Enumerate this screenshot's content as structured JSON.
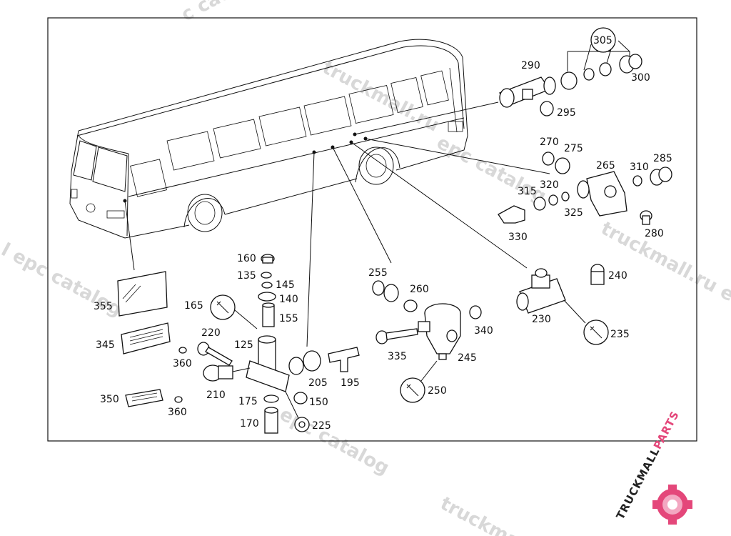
{
  "watermark": {
    "phrases": [
      "c catalog",
      "truckmall.ru",
      "epc catalog",
      "l epc catalog",
      "truckmall.ru e",
      "epc catalog",
      "truckmall"
    ]
  },
  "callouts": [
    "305",
    "290",
    "300",
    "295",
    "270",
    "275",
    "265",
    "310",
    "285",
    "315",
    "320",
    "325",
    "330",
    "280",
    "160",
    "135",
    "145",
    "140",
    "165",
    "155",
    "255",
    "260",
    "240",
    "220",
    "125",
    "230",
    "235",
    "340",
    "345",
    "360",
    "335",
    "245",
    "205",
    "195",
    "210",
    "150",
    "250",
    "350",
    "175",
    "360",
    "170",
    "225",
    "355"
  ],
  "logo": {
    "text": "TRUCKMALL",
    "text_accent": "PARTS",
    "accent_color": "#e4477a",
    "icon": "gear-icon"
  }
}
